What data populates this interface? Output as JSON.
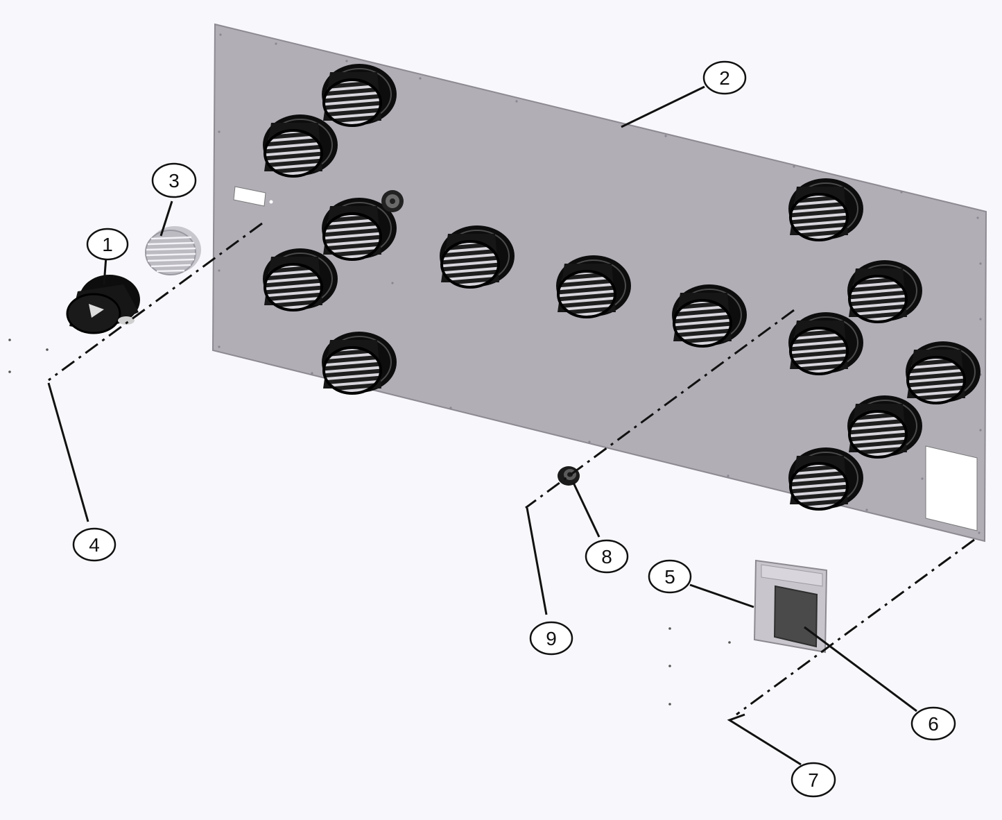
{
  "callouts": [
    {
      "label": "1"
    },
    {
      "label": "2"
    },
    {
      "label": "3"
    },
    {
      "label": "4"
    },
    {
      "label": "5"
    },
    {
      "label": "6"
    },
    {
      "label": "7"
    },
    {
      "label": "8"
    },
    {
      "label": "9"
    }
  ],
  "colors": {
    "background": "#f8f7fb",
    "panel": "#b1aeb6",
    "panel_edge": "#8d8a92",
    "collar": "#1a1a1a",
    "vent_slats": "#d8d6dc",
    "lines": "#111111"
  },
  "parts": {
    "panel_icon": "sheet-metal-panel",
    "collar_icon": "duct-collar-with-grille",
    "grille_icon": "round-louvered-grille",
    "grommet_icon": "rubber-grommet",
    "box_icon": "electrical-box-with-cover"
  }
}
